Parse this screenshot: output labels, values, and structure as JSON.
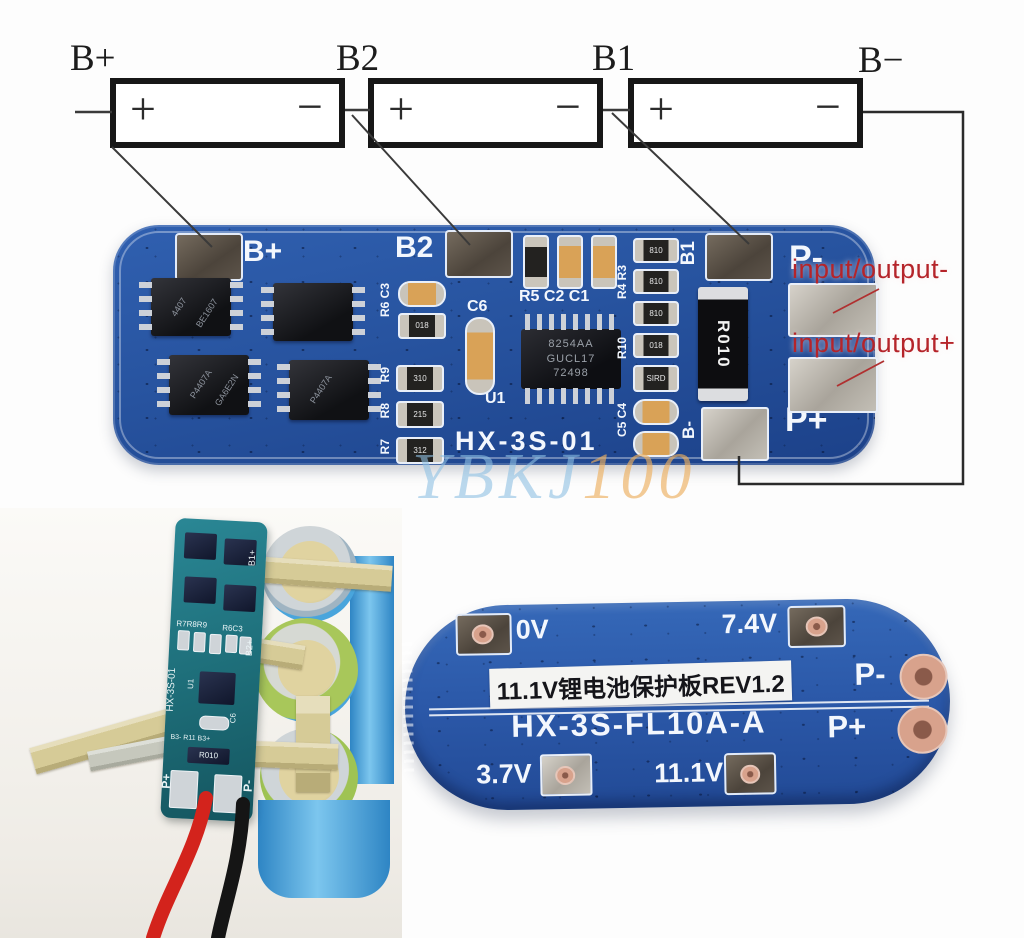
{
  "diagram": {
    "b_plus_label": "B+",
    "b2_label": "B2",
    "b1_label": "B1",
    "b_minus_label": "B−",
    "plus": "+",
    "minus": "−"
  },
  "main_board": {
    "silk_b_plus": "B+",
    "silk_b2": "B2",
    "silk_b1": "B1",
    "silk_p_minus": "P-",
    "silk_p_plus": "P+",
    "silk_b_minus": "B-",
    "model": "HX-3S-01",
    "u1": "U1",
    "c6": "C6",
    "r5c2c1": "R5 C2 C1",
    "ic_lines": [
      "8254AA",
      "GUCL17",
      "72498"
    ],
    "mosfet_a": "4407",
    "mosfet_a2": "BE1607",
    "mosfet_b": "P4407A",
    "mosfet_b2": "GA6E2N",
    "shunt": "R010",
    "res_left": [
      "018",
      "310",
      "215",
      "312"
    ],
    "res_mid": [
      "810",
      "810",
      "810",
      "018",
      "SIRD"
    ],
    "left_labels": [
      "R6 C3",
      "R9",
      "R8",
      "R7"
    ],
    "right_labels": [
      "R4 R3",
      "R10",
      "C5 C4"
    ],
    "annotation_neg": "input/output-",
    "annotation_pos": "input/output+"
  },
  "watermark": {
    "part1": "YBKJ",
    "part2": "100"
  },
  "photo_board": {
    "model": "HX-3S-01",
    "p_plus": "P+",
    "p_minus": "P-",
    "shunt": "R010",
    "b1": "B1+",
    "b2": "B2+",
    "row": "B3- R11 B3+",
    "r789": "R7R8R9",
    "r6c3": "R6C3",
    "u1": "U1",
    "c6": "C6"
  },
  "bottom_board": {
    "v0": "0V",
    "v74": "7.4V",
    "p_minus": "P-",
    "p_plus": "P+",
    "sticker": "11.1V锂电池保护板REV1.2",
    "model": "HX-3S-FL10A-A",
    "v37": "3.7V",
    "v111": "11.1V"
  }
}
